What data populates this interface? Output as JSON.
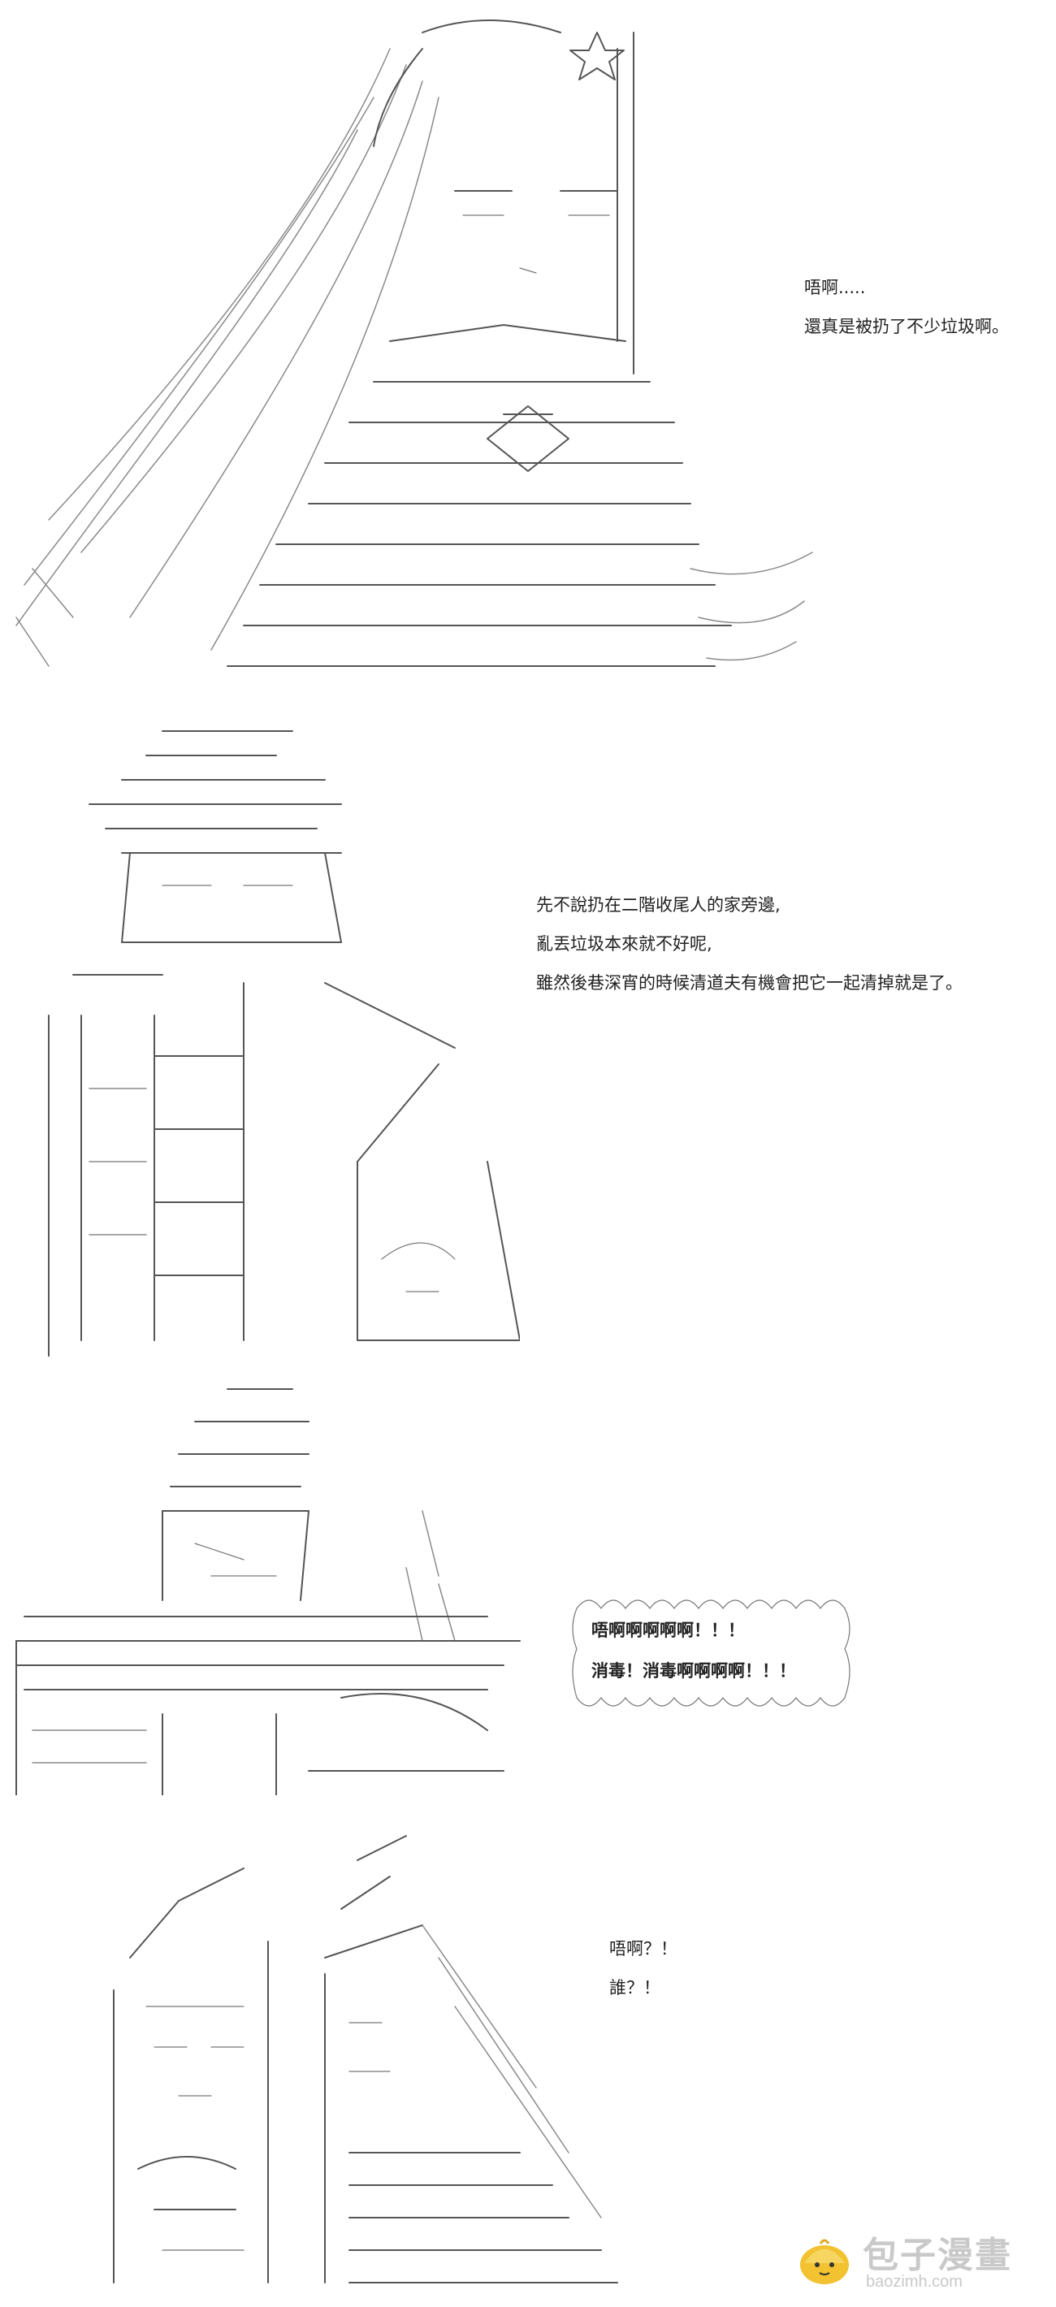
{
  "panels": [
    {
      "lines": [
        "唔啊.....",
        "還真是被扔了不少垃圾啊。"
      ]
    },
    {
      "lines": [
        "先不說扔在二階收尾人的家旁邊,",
        "亂丟垃圾本來就不好呢,",
        "雖然後巷深宵的時候清道夫有機會把它一起清掉就是了。"
      ]
    },
    {
      "bubble_lines": [
        "唔啊啊啊啊啊！！！",
        "消毒！消毒啊啊啊啊！！！"
      ]
    },
    {
      "lines": [
        "唔啊？！",
        "誰？！"
      ]
    }
  ],
  "watermark": {
    "title": "包子漫畫",
    "url": "baozimh.com",
    "logo_icon": "bun-mascot-icon",
    "color": "#c9c9c9",
    "logo_color": "#f2c230"
  },
  "colors": {
    "background": "#ffffff",
    "ink": "#222222",
    "art": "#555555"
  }
}
